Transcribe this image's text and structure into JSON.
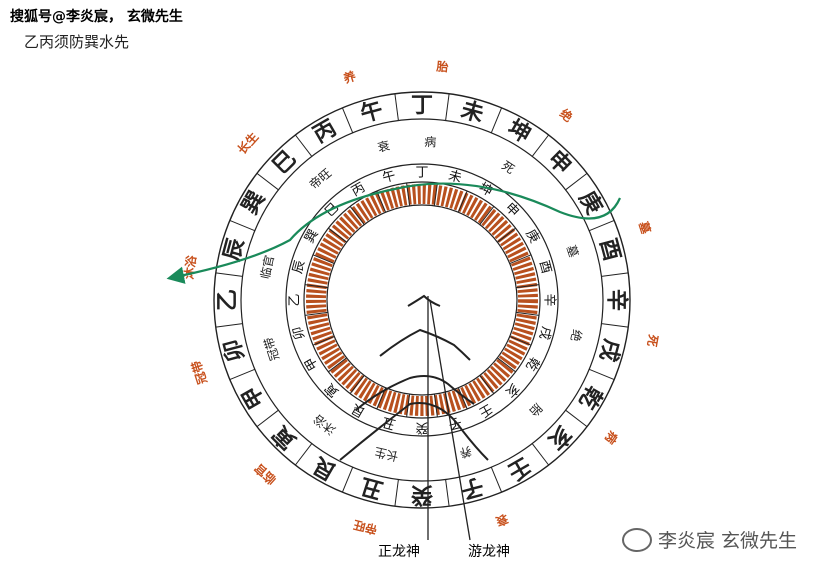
{
  "header": {
    "line1": "搜狐号@李炎宸，  玄微先生",
    "line2": "乙丙须防巽水先"
  },
  "outer_ring": [
    "丙",
    "午",
    "丁",
    "未",
    "坤",
    "申",
    "庚",
    "酉",
    "辛",
    "戌",
    "乾",
    "亥",
    "壬",
    "子",
    "癸",
    "丑",
    "艮",
    "寅",
    "甲",
    "卯",
    "乙",
    "辰",
    "巽",
    "巳"
  ],
  "middle_ring": [
    "丙",
    "午",
    "丁",
    "未",
    "坤",
    "申",
    "庚",
    "酉",
    "辛",
    "戌",
    "乾",
    "亥",
    "壬",
    "子",
    "癸",
    "丑",
    "艮",
    "寅",
    "甲",
    "卯",
    "乙",
    "辰",
    "巽",
    "巳"
  ],
  "life_stages_inner": [
    {
      "text": "帝旺",
      "angle": -40
    },
    {
      "text": "衰",
      "angle": -14
    },
    {
      "text": "病",
      "angle": 3
    },
    {
      "text": "死",
      "angle": 33
    },
    {
      "text": "墓",
      "angle": 72
    },
    {
      "text": "绝",
      "angle": 103
    },
    {
      "text": "胎",
      "angle": 134
    },
    {
      "text": "养",
      "angle": 164
    },
    {
      "text": "长生",
      "angle": 193
    },
    {
      "text": "沐浴",
      "angle": 218
    },
    {
      "text": "冠带",
      "angle": 252
    },
    {
      "text": "临官",
      "angle": 282
    }
  ],
  "life_stages_outer": [
    {
      "text": "胎",
      "angle": 5
    },
    {
      "text": "绝",
      "angle": 38
    },
    {
      "text": "墓",
      "angle": 72
    },
    {
      "text": "死",
      "angle": 100
    },
    {
      "text": "病",
      "angle": 126
    },
    {
      "text": "衰",
      "angle": 160
    },
    {
      "text": "帝旺",
      "angle": 194
    },
    {
      "text": "临官",
      "angle": 222
    },
    {
      "text": "冠带",
      "angle": 252
    },
    {
      "text": "沐浴",
      "angle": 278
    },
    {
      "text": "长生",
      "angle": 312
    },
    {
      "text": "养",
      "angle": 342
    }
  ],
  "labels": {
    "zheng_longshen": "正龙神",
    "you_longshen": "游龙神"
  },
  "watermark": "李炎宸 玄微先生",
  "colors": {
    "ring_stroke": "#222222",
    "orange_text": "#c8511d",
    "inner_band": "#b8501e",
    "green_line": "#1a8a5a"
  }
}
